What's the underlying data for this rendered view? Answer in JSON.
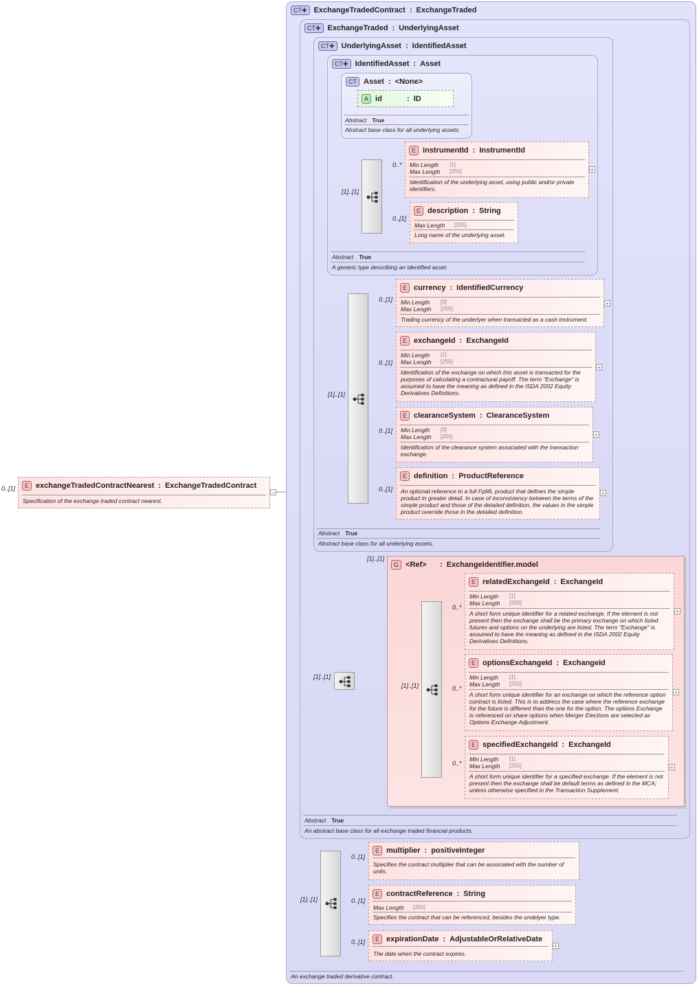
{
  "badges": {
    "ct": "CT",
    "ctplus": "CT✚",
    "e": "E",
    "a": "A",
    "g": "G"
  },
  "labels": {
    "abstract": "Abstract",
    "min_length": "Min Length",
    "max_length": "Max Length",
    "sep": ":"
  },
  "root": {
    "mult": "0..[1]",
    "name": "exchangeTradedContractNearest",
    "type": "ExchangeTradedContract",
    "doc": "Specification of the exchange traded contract nearest."
  },
  "ct_etc": {
    "name": "ExchangeTradedContract",
    "base": "ExchangeTraded",
    "doc": "An exchange traded derivative contract."
  },
  "ct_et": {
    "name": "ExchangeTraded",
    "base": "UnderlyingAsset",
    "abstract": "True",
    "doc": "An abstract base class for all exchange traded financial products."
  },
  "ct_ua": {
    "name": "UnderlyingAsset",
    "base": "IdentifiedAsset",
    "abstract": "True",
    "doc": "Abstract base class for all underlying assets."
  },
  "ct_ia": {
    "name": "IdentifiedAsset",
    "base": "Asset",
    "abstract": "True",
    "doc": "A generic type describing an identified asset."
  },
  "ct_asset": {
    "name": "Asset",
    "base": "<None>",
    "abstract": "True",
    "doc": "Abstract base class for all underlying assets.",
    "attr": {
      "name": "id",
      "type": "ID"
    }
  },
  "ia_seq": {
    "mult": "[1]..[1]"
  },
  "instrumentId": {
    "mult": "0..*",
    "name": "instrumentId",
    "type": "InstrumentId",
    "min": "[1]",
    "max": "[255]",
    "doc": "Identification of the underlying asset, using public and/or private identifiers."
  },
  "description": {
    "mult": "0..[1]",
    "name": "description",
    "type": "String",
    "max": "[255]",
    "doc": "Long name of the underlying asset."
  },
  "ua_seq": {
    "mult": "[1]..[1]"
  },
  "currency": {
    "mult": "0..[1]",
    "name": "currency",
    "type": "IdentifiedCurrency",
    "min": "[0]",
    "max": "[255]",
    "doc": "Trading currency of the underlyer when transacted as a cash instrument."
  },
  "exchangeId": {
    "mult": "0..[1]",
    "name": "exchangeId",
    "type": "ExchangeId",
    "min": "[1]",
    "max": "[255]",
    "doc": "Identification of the exchange on which this asset is transacted for the purposes of calculating a contractural payoff. The term \"Exchange\" is assumed to have the meaning as defined in the ISDA 2002 Equity Derivatives Definitions."
  },
  "clearanceSystem": {
    "mult": "0..[1]",
    "name": "clearanceSystem",
    "type": "ClearanceSystem",
    "min": "[0]",
    "max": "[255]",
    "doc": "Identification of the clearance system associated with the transaction exchange."
  },
  "definition": {
    "mult": "0..[1]",
    "name": "definition",
    "type": "ProductReference",
    "doc": "An optional reference to a full FpML product that defines the simple product in greater detail. In case of inconsistency between the terms of the simple product and those of the detailed definition, the values in the simple product override those in the detailed definition."
  },
  "et_seq": {
    "mult": "[1]..[1]"
  },
  "group": {
    "mult": "[1]..[1]",
    "ref": "<Ref>",
    "name": "ExchangeIdentifier.model",
    "seq_mult": "[1]..[1]"
  },
  "relatedExchangeId": {
    "mult": "0..*",
    "name": "relatedExchangeId",
    "type": "ExchangeId",
    "min": "[1]",
    "max": "[255]",
    "doc": "A short form unique identifier for a related exchange. If the element is not present then the exchange shall be the primary exchange on which listed futures and options on the underlying are listed. The term \"Exchange\" is assumed to have the meaning as defined in the ISDA 2002 Equity Derivatives Definitions."
  },
  "optionsExchangeId": {
    "mult": "0..*",
    "name": "optionsExchangeId",
    "type": "ExchangeId",
    "min": "[1]",
    "max": "[255]",
    "doc": "A short form unique identifier for an exchange on which the reference option contract is listed. This is to address the case where the reference exchange for the future is different than the one for the option. The options Exchange is referenced on share options when Merger Elections are selected as Options Exchange Adjustment."
  },
  "specifiedExchangeId": {
    "mult": "0..*",
    "name": "specifiedExchangeId",
    "type": "ExchangeId",
    "min": "[1]",
    "max": "[255]",
    "doc": "A short form unique identifier for a specified exchange. If the element is not present then the exchange shall be default terms as defined in the MCA; unless otherwise specified in the Transaction Supplement."
  },
  "etc_seq": {
    "mult": "[1]..[1]"
  },
  "multiplier": {
    "mult": "0..[1]",
    "name": "multiplier",
    "type": "positiveInteger",
    "doc": "Specifies the contract multiplier that can be associated with the number of units."
  },
  "contractReference": {
    "mult": "0..[1]",
    "name": "contractReference",
    "type": "String",
    "max": "[255]",
    "doc": "Specifies the contract that can be referenced, besides the undelyer type."
  },
  "expirationDate": {
    "mult": "0..[1]",
    "name": "expirationDate",
    "type": "AdjustableOrRelativeDate",
    "doc": "The date when the contract expires."
  },
  "colors": {
    "ct_fill": "#dcdcf7",
    "ct_border": "#a8a8cc",
    "elem_fill": "#ffe2e2",
    "group_fill": "#fcdcdc",
    "attr_fill": "#e8ffe8"
  }
}
